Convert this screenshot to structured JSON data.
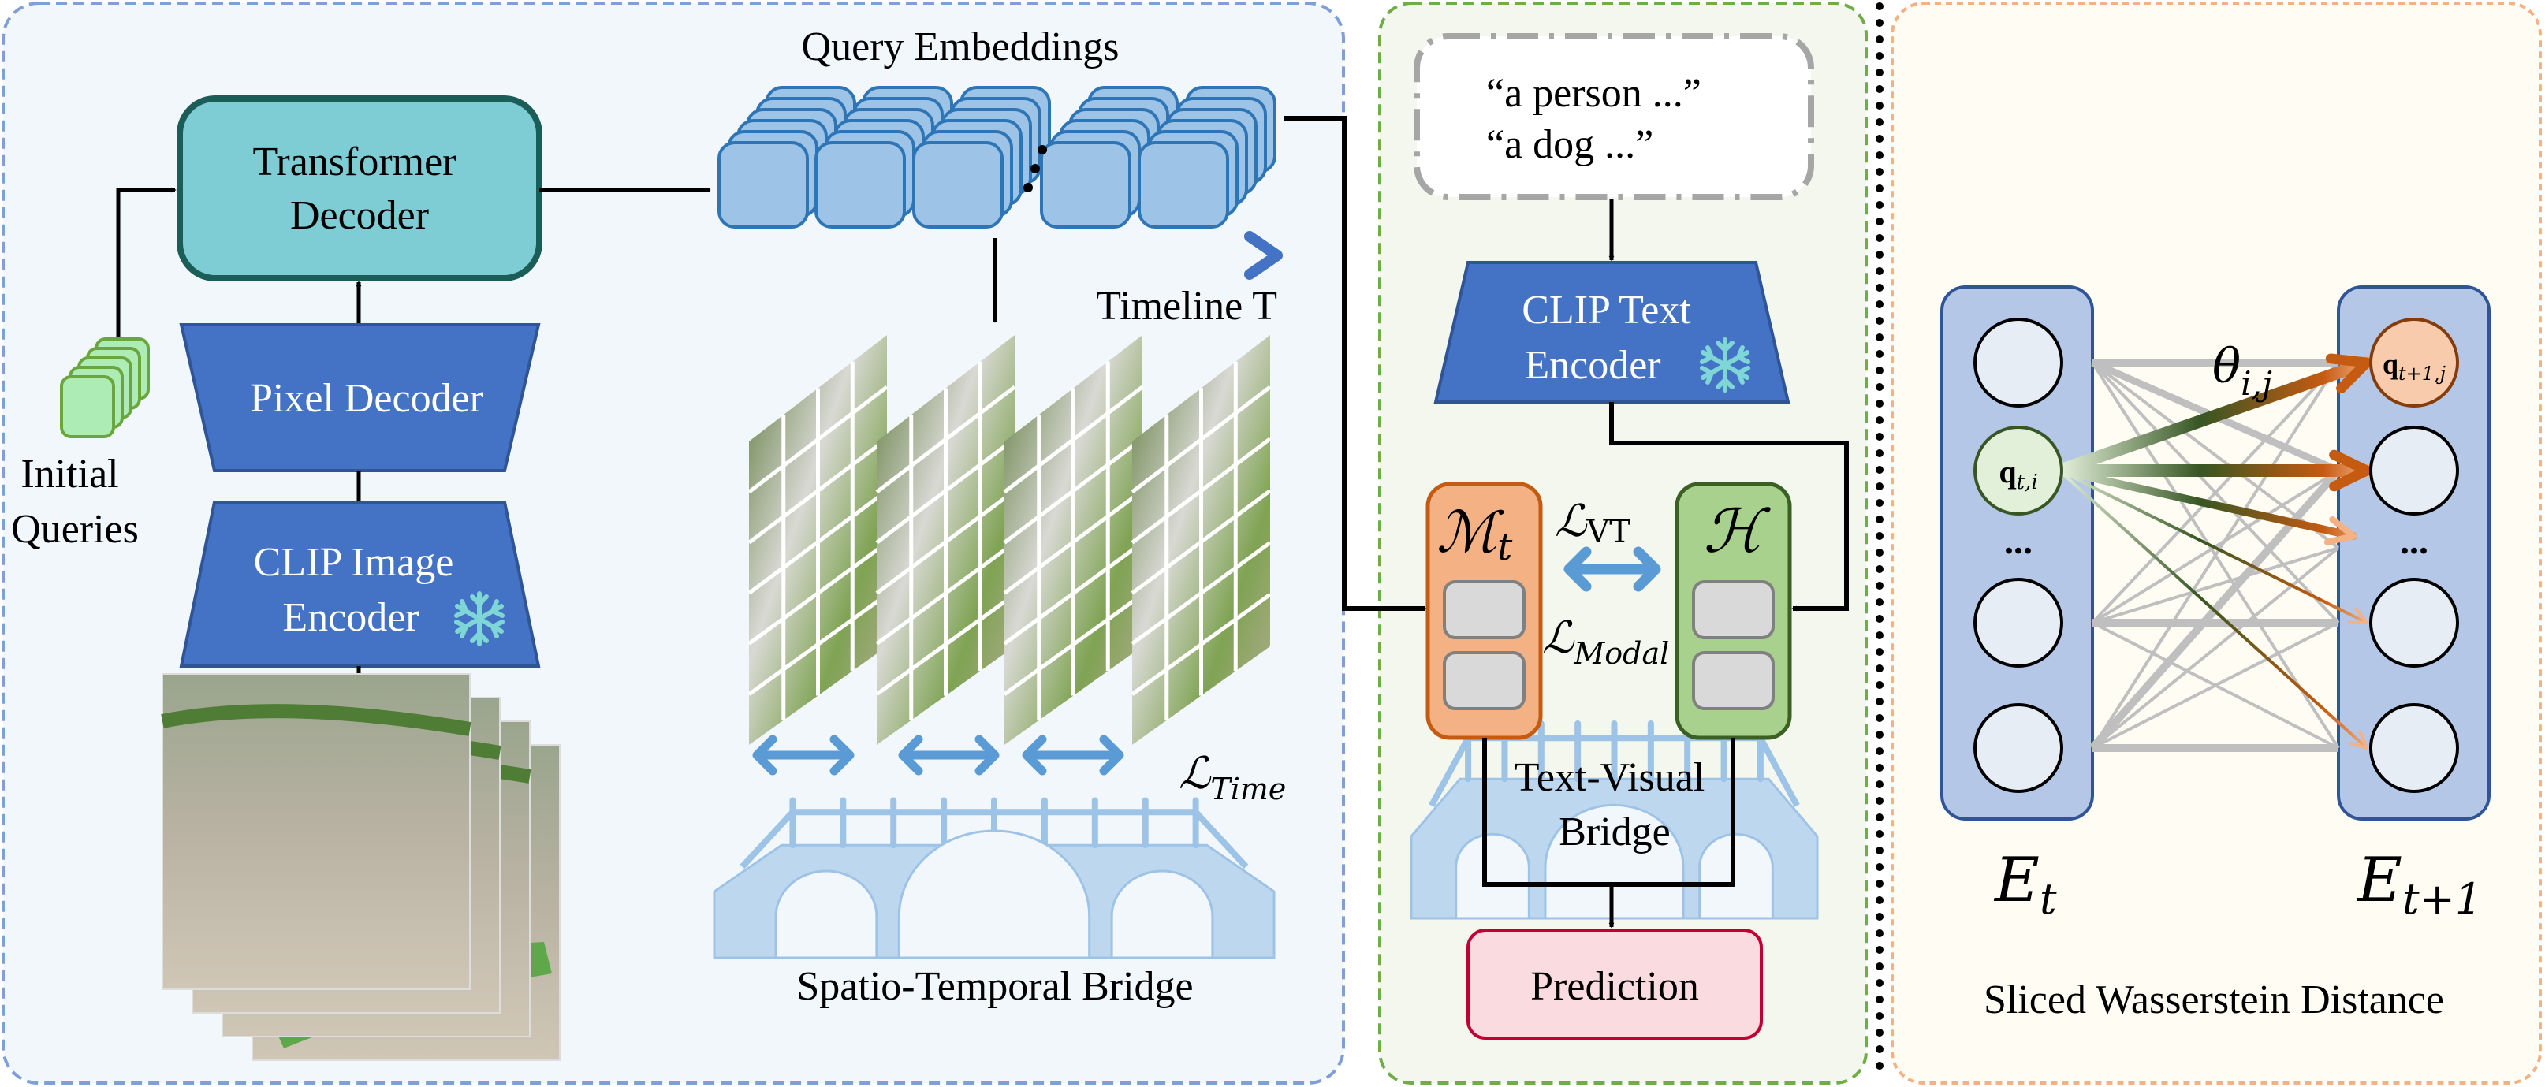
{
  "colors": {
    "left_panel_border": "#7f9fd8",
    "middle_panel_border": "#70ad47",
    "right_panel_border": "#f4b183",
    "transformer_fill": "#7ecdd5",
    "transformer_stroke": "#1b5e57",
    "encoder_fill": "#4472c4",
    "query_card_fill": "#9dc3e6",
    "query_card_stroke": "#2e75b6",
    "memory_fill": "#f4b183",
    "memory_stroke": "#c55a11",
    "hidden_fill": "#a9d18e",
    "hidden_stroke": "#3b6023",
    "prediction_fill": "#fadbe0",
    "prediction_stroke": "#c00033",
    "bridge_fill": "#bdd7ee",
    "snowflake": "#7fd6d6"
  },
  "left_panel": {
    "transformer_decoder": [
      "Transformer",
      "Decoder"
    ],
    "pixel_decoder": "Pixel Decoder",
    "clip_image_encoder": [
      "CLIP Image",
      "Encoder"
    ],
    "initial_queries": [
      "Initial",
      "Queries"
    ],
    "query_embeddings": "Query Embeddings",
    "timeline": "Timeline T",
    "loss_time": {
      "symbol": "ℒ",
      "sub": "Time"
    },
    "spatio_temporal_bridge": "Spatio-Temporal Bridge",
    "frozen_icon": "snowflake-icon"
  },
  "middle_panel": {
    "text_prompts": [
      "“a person ...”",
      "“a dog ...”"
    ],
    "clip_text_encoder": [
      "CLIP Text",
      "Encoder"
    ],
    "memory": {
      "symbol": "ℳ",
      "sub": "t"
    },
    "hidden": "ℋ",
    "loss_vt": {
      "symbol": "ℒ",
      "sub": "VT"
    },
    "loss_modal": {
      "symbol": "ℒ",
      "sub": "Modal"
    },
    "text_visual_bridge": [
      "Text-Visual",
      "Bridge"
    ],
    "prediction": "Prediction"
  },
  "right_panel": {
    "source_set": {
      "symbol": "E",
      "sub": "t"
    },
    "target_set": {
      "symbol": "E",
      "sub": "t+1"
    },
    "source_query": {
      "symbol": "q",
      "sub": "t,i"
    },
    "target_query": {
      "symbol": "q",
      "sub": "t+1,j"
    },
    "angle": {
      "symbol": "θ",
      "sub": "i,j"
    },
    "ellipsis": "...",
    "caption": "Sliced Wasserstein Distance"
  }
}
